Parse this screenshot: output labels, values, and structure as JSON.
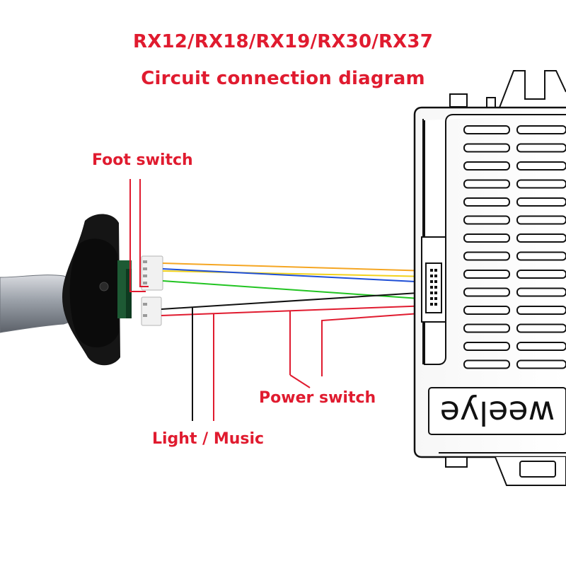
{
  "title": {
    "line1": "RX12/RX18/RX19/RX30/RX37",
    "line2": "Circuit connection diagram"
  },
  "labels": {
    "foot_switch": "Foot switch",
    "power_switch": "Power switch",
    "light_music": "Light / Music"
  },
  "receiver": {
    "brand": "weelye"
  },
  "colors": {
    "accent_red": "#e01b2f",
    "wire_orange": "#f5a623",
    "wire_yellow": "#f2d21b",
    "wire_blue": "#1f4fd6",
    "wire_green": "#22c422",
    "wire_black": "#111111",
    "wire_red": "#e01b2f"
  },
  "wires": [
    {
      "color": "orange"
    },
    {
      "color": "yellow"
    },
    {
      "color": "blue"
    },
    {
      "color": "green"
    },
    {
      "color": "black"
    },
    {
      "color": "red"
    }
  ]
}
